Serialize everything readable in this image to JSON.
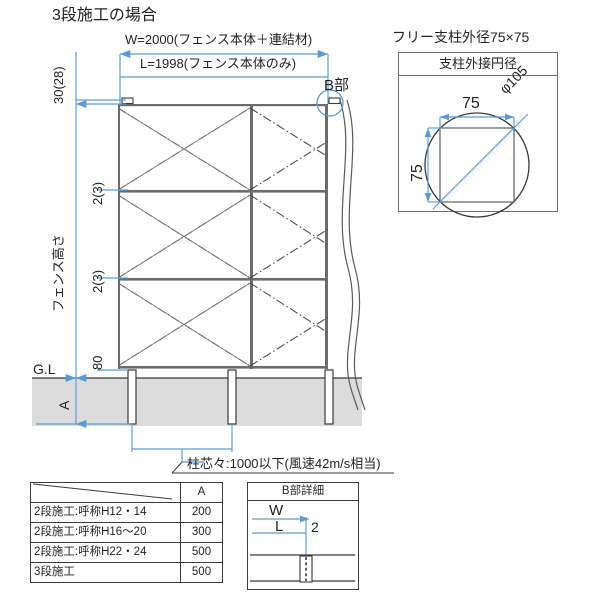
{
  "page": {
    "title": "3段施工の場合"
  },
  "main_drawing": {
    "width_dim_top": "W=2000(フェンス本体＋連結材)",
    "width_dim_inner": "L=1998(フェンス本体のみ)",
    "top_offset": "30(28)",
    "fence_height_label": "フェンス高さ",
    "panel_pitch_1": "2(3)",
    "panel_pitch_2": "2(3)",
    "bottom_clearance": "80",
    "ground_line_label": "G.L",
    "burial_label": "A",
    "detail_callout": "B部",
    "post_spacing_note": "柱芯々:1000以下(風速42m/s相当)"
  },
  "post_detail": {
    "title": "フリー支柱外径75×75",
    "box_header": "支柱外接円径",
    "width_dim": "75",
    "height_dim": "75",
    "diameter_dim": "φ105"
  },
  "spec_table": {
    "header_blank": "",
    "header_a": "A",
    "rows": [
      {
        "label": "2段施工:呼称H12・14",
        "a": "200"
      },
      {
        "label": "2段施工:呼称H16〜20",
        "a": "300"
      },
      {
        "label": "2段施工:呼称H22・24",
        "a": "500"
      },
      {
        "label": "3段施工",
        "a": "500"
      }
    ]
  },
  "b_detail": {
    "title": "B部詳細",
    "w_label": "W",
    "l_label": "L",
    "gap_label": "2"
  },
  "colors": {
    "dimension_blue": "#5b9bd5",
    "line_dark": "#3a3a3a",
    "ground_fill": "#dcdcdc",
    "text": "#231f20"
  }
}
